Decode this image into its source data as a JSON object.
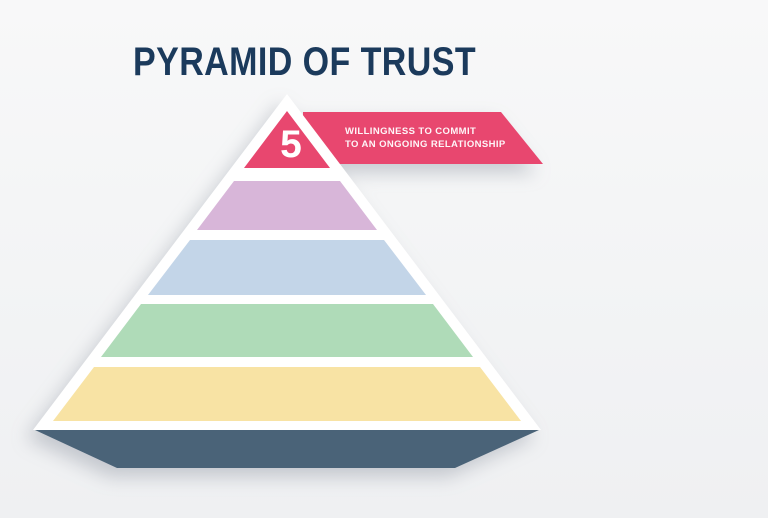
{
  "title": "PYRAMID OF TRUST",
  "diagram": {
    "kind": "pyramid",
    "banner": {
      "number": "5",
      "label_line1": "WILLINGNESS TO COMMIT",
      "label_line2": "TO AN ONGOING RELATIONSHIP",
      "color": "#e8476f",
      "text_color": "#ffffff"
    },
    "levels": [
      {
        "position": "top",
        "number": "5",
        "color": "#e8476f"
      },
      {
        "position": "second",
        "color": "#d8b6d9"
      },
      {
        "position": "third",
        "color": "#c3d5e8"
      },
      {
        "position": "fourth",
        "color": "#afdbb8"
      },
      {
        "position": "fifth",
        "color": "#f8e3a4"
      }
    ],
    "base_color": "#4a6378",
    "border_color": "#ffffff",
    "title_color": "#1b3a5c",
    "background_color": "#f4f5f6"
  }
}
